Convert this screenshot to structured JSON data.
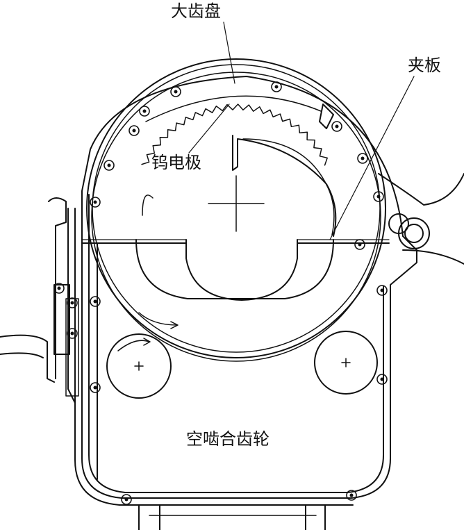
{
  "labels": {
    "large_gear": "大齿盘",
    "clamp_plate": "夹板",
    "tungsten_electrode": "钨电极",
    "idle_gear": "空啮合齿轮"
  },
  "colors": {
    "line": "#111111",
    "background": "#ffffff"
  }
}
